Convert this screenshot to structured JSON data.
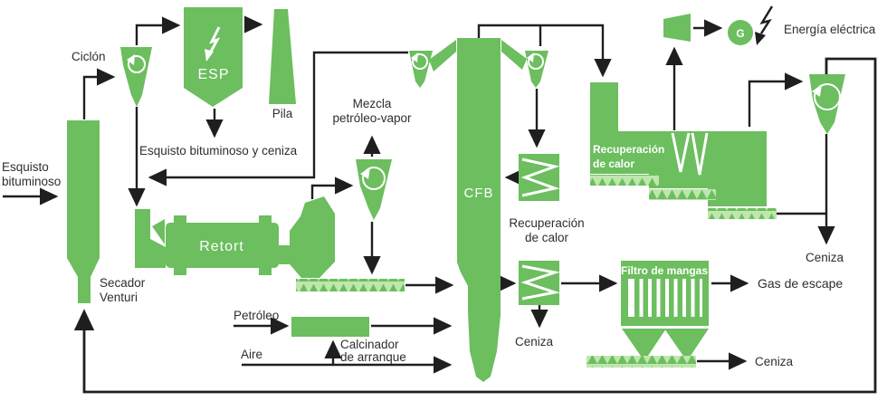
{
  "diagram_title": "Oil shale processing flow diagram (CFB)",
  "colors": {
    "shape_green": "#6cbe5f",
    "conveyor_light_green": "#bfe6ad",
    "line_black": "#1f1f1f",
    "label_text": "#2e2e2e",
    "on_green_text": "#ffffff"
  },
  "nodes": {
    "feed": {
      "line1": "Esquisto",
      "line2": "bituminoso"
    },
    "cyclone_left": {
      "label": "Ciclón"
    },
    "esp": {
      "label": "ESP"
    },
    "stack": {
      "label": "Pila"
    },
    "esp_return": {
      "label": "Esquisto bituminoso y ceniza"
    },
    "venturi_dryer": {
      "line1": "Secador",
      "line2": "Venturi"
    },
    "retort": {
      "label": "Retort"
    },
    "oil_vapor": {
      "line1": "Mezcla",
      "line2": "petróleo-vapor"
    },
    "cfb": {
      "label": "CFB"
    },
    "heat_recovery_small": {
      "line1": "Recuperación",
      "line2": "de calor"
    },
    "heat_recovery_main": {
      "line1": "Recuperación",
      "line2": "de calor"
    },
    "turbine_generator": {
      "generator_label": "G",
      "output_label": "Energía eléctrica"
    },
    "bag_filter": {
      "label": "Filtro de mangas"
    },
    "startup_calciner": {
      "line1": "Calcinador",
      "line2": "de arranque"
    },
    "inputs": {
      "oil": "Petróleo",
      "air": "Aire"
    },
    "outputs": {
      "exhaust_gas": "Gas de escape",
      "ash_cyclone": "Ceniza",
      "ash_heat_exchanger": "Ceniza",
      "ash_bag_filter": "Ceniza"
    }
  },
  "icons": {
    "cyclone_rotation": "circular-arrow",
    "esp_field": "lightning-bolt",
    "electricity": "lightning-bolt",
    "generator": "letter-G-circle",
    "conveyor": "zigzag-screw-conveyor",
    "heat_exchanger": "white-zigzag-coil"
  }
}
